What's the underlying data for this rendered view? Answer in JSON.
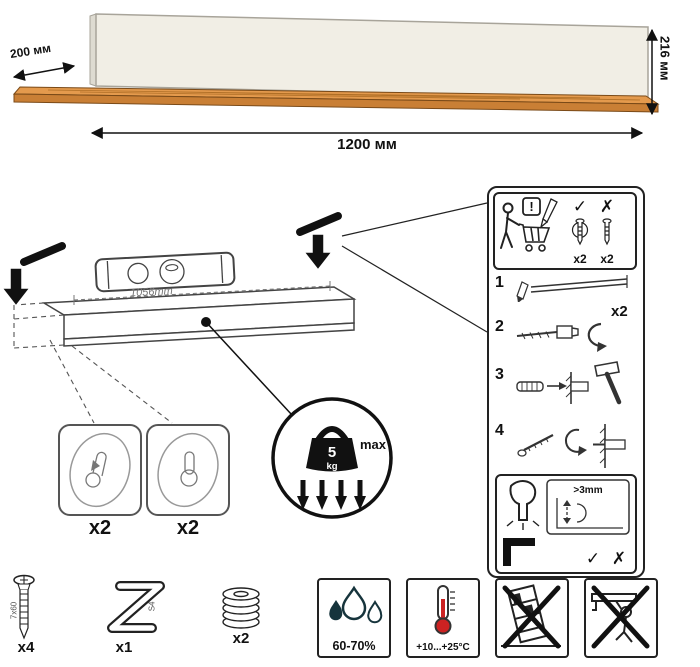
{
  "product": {
    "depth_label": "200 мм",
    "height_label": "216 мм",
    "width_label": "1200 мм"
  },
  "install": {
    "mount_spacing_label": "1056mm",
    "detail_left_count": "x2",
    "detail_right_count": "x2",
    "weight_value": "5",
    "weight_unit": "kg",
    "weight_max": "max"
  },
  "steps": {
    "warning": "!",
    "check": "✓",
    "cross": "✗",
    "top_count_a": "x2",
    "top_count_b": "x2",
    "n1": "1",
    "n2": "2",
    "n3": "3",
    "n4": "4",
    "repeat": "x2",
    "gap": ">3mm",
    "check2": "✓",
    "cross2": "✗"
  },
  "hardware": {
    "screw_count": "x4",
    "screw_size": "7x60",
    "key_count": "x1",
    "key_size": "S4",
    "washer_count": "x2"
  },
  "conditions": {
    "humidity": "60-70%",
    "temperature": "+10...+25°C"
  }
}
